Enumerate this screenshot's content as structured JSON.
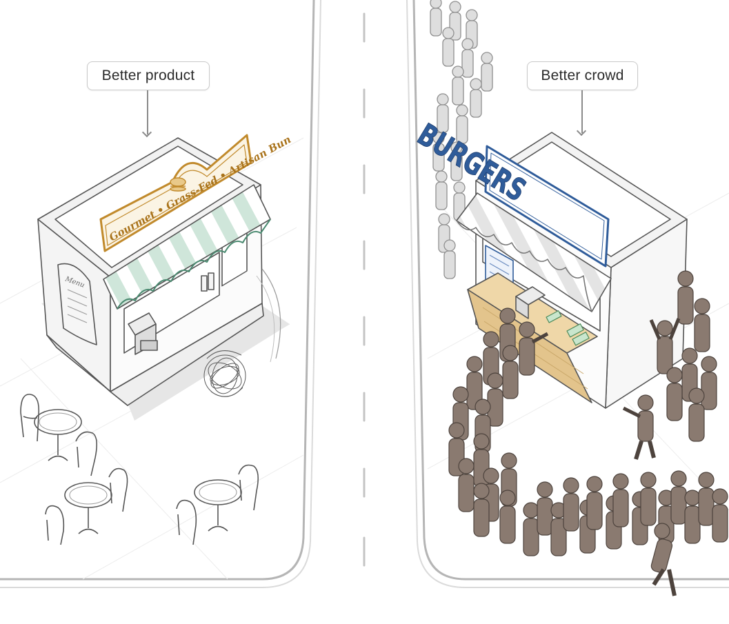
{
  "left_panel": {
    "callout": "Better product",
    "sign_text": "Gourmet • Grass-Fed • Artisan Bun",
    "menu_board_text": "Menu"
  },
  "right_panel": {
    "callout": "Better crowd",
    "sign_text": "BURGERS"
  },
  "colors": {
    "gold_sign": "#c18a2c",
    "gold_sign_fill": "#fbf4e4",
    "awning_green": "#5aa083",
    "blue_sign": "#2f5c9a",
    "counter_wood": "#e3c48c",
    "crowd_brown": "#8a7a70",
    "queue_gray": "#d0d0d0",
    "outline": "#555555"
  }
}
